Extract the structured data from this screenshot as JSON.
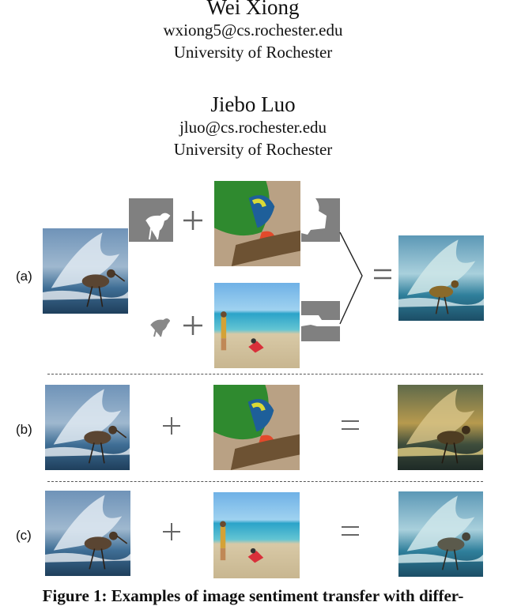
{
  "authors": [
    {
      "name": "Wei Xiong",
      "email": "wxiong5@cs.rochester.edu",
      "affiliation": "University of Rochester"
    },
    {
      "name": "Jiebo Luo",
      "email": "jluo@cs.rochester.edu",
      "affiliation": "University of Rochester"
    }
  ],
  "figure": {
    "panels": [
      {
        "label": "(a)"
      },
      {
        "label": "(b)"
      },
      {
        "label": "(c)"
      }
    ],
    "caption": "Figure 1: Examples of image sentiment transfer with differ-"
  },
  "colors": {
    "mask_gray": "#808080",
    "symbol_gray": "#666666"
  }
}
